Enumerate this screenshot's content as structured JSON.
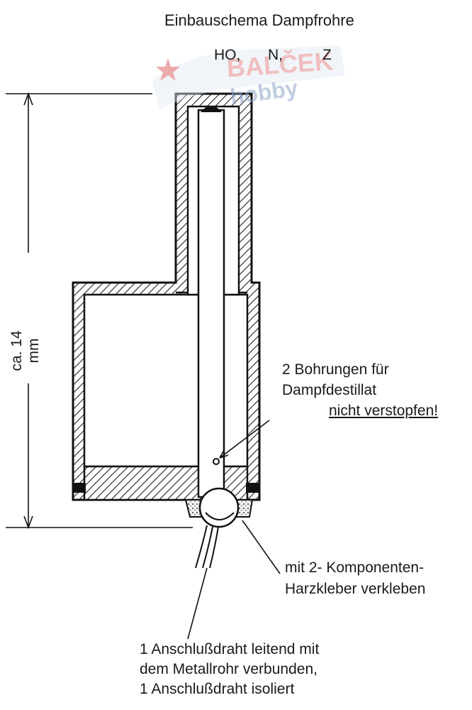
{
  "title": "Einbauschema  Dampfrohre",
  "models": [
    "HO,",
    "N,",
    "Z"
  ],
  "dimension_label": "ca. 14 mm",
  "watermark": {
    "line1": "BALČEK",
    "line2": "hobby",
    "colors": [
      "#c0392b",
      "#2c5fa8"
    ]
  },
  "callouts": {
    "bores": {
      "line1": "2 Bohrungen für",
      "line2": "Dampfdestillat",
      "line3": "nicht verstopfen!"
    },
    "glue": {
      "line1": "mit 2- Komponenten-",
      "line2": "Harzkleber verkleben"
    },
    "wires": {
      "line1": "1 Anschlußdraht leitend mit",
      "line2": "dem Metallrohr verbunden,",
      "line3": "1 Anschlußdraht isoliert"
    }
  }
}
